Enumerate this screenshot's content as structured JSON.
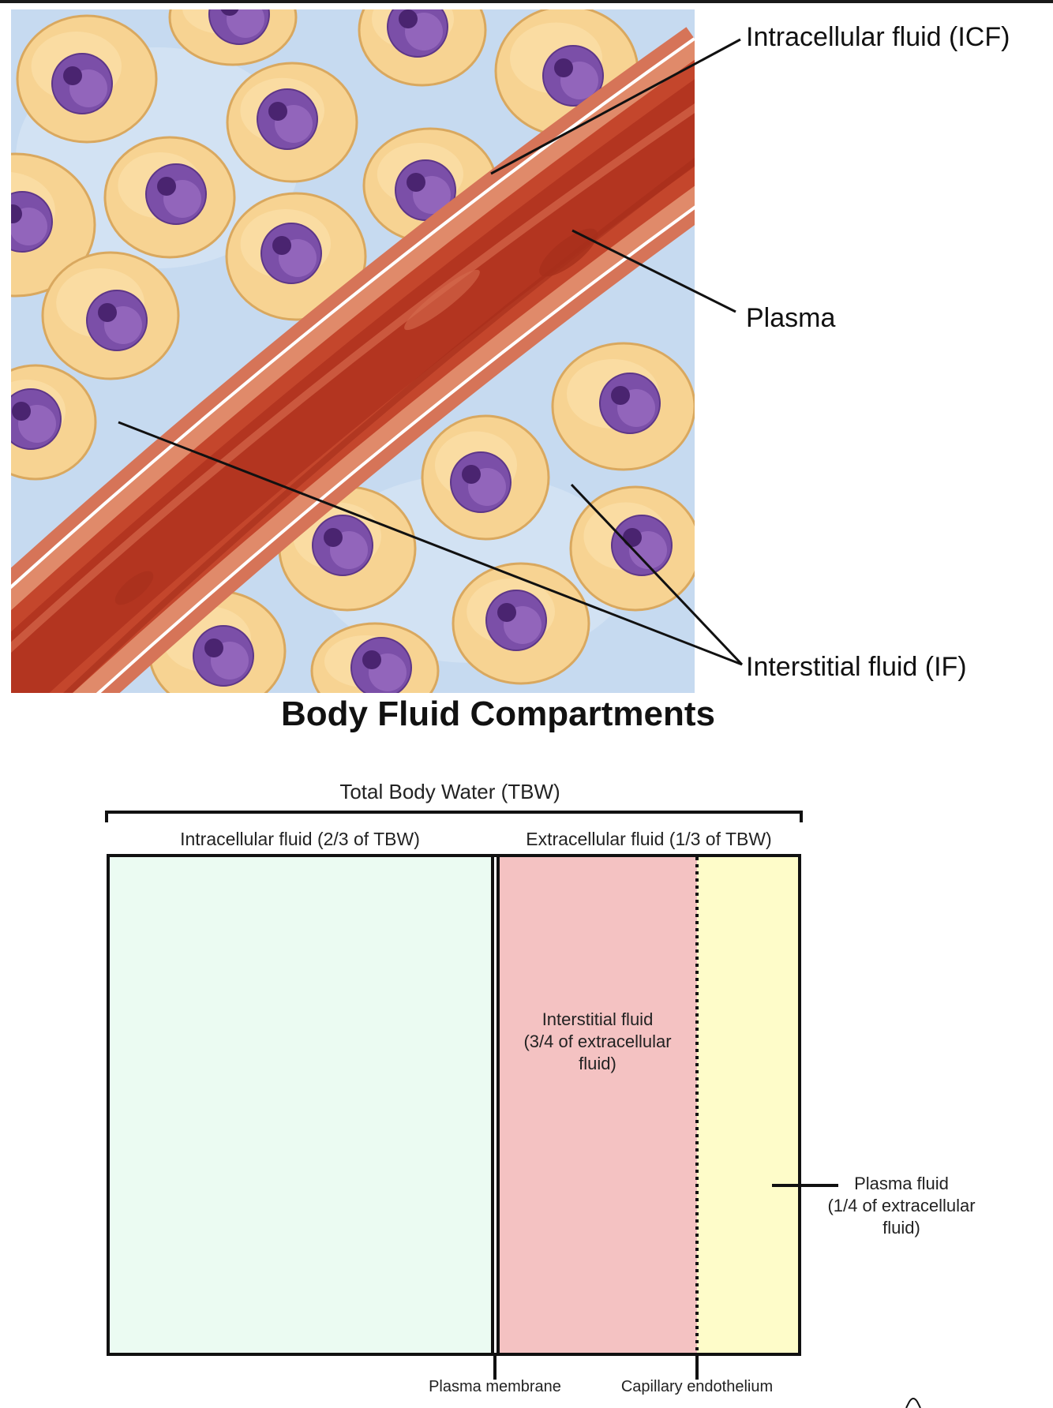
{
  "illustration": {
    "labels": {
      "icf": "Intracellular fluid (ICF)",
      "plasma": "Plasma",
      "interstitial": "Interstitial fluid (IF)"
    },
    "colors": {
      "background_fluid": "#c6daf0",
      "cell_fill": "#f7d392",
      "cell_border": "#d9a85f",
      "nucleus": "#7b4fa8",
      "vessel_wall": "#d96a4f",
      "vessel_lumen": "#b93a22"
    }
  },
  "title": "Body Fluid Compartments",
  "schema": {
    "total_label": "Total Body Water (TBW)",
    "icf_label": "Intracellular fluid (2/3 of TBW)",
    "ecf_label": "Extracellular fluid (1/3 of TBW)",
    "interstitial_label": [
      "Interstitial fluid",
      "(3/4 of extracellular",
      "fluid)"
    ],
    "plasma_label": [
      "Plasma fluid",
      "(1/4 of extracellular",
      "fluid)"
    ],
    "plasma_membrane": "Plasma membrane",
    "capillary_endothelium": "Capillary endothelium",
    "colors": {
      "icf": "#ebfbf2",
      "interstitial": "#f4c2c2",
      "plasma": "#fefcc9"
    }
  }
}
